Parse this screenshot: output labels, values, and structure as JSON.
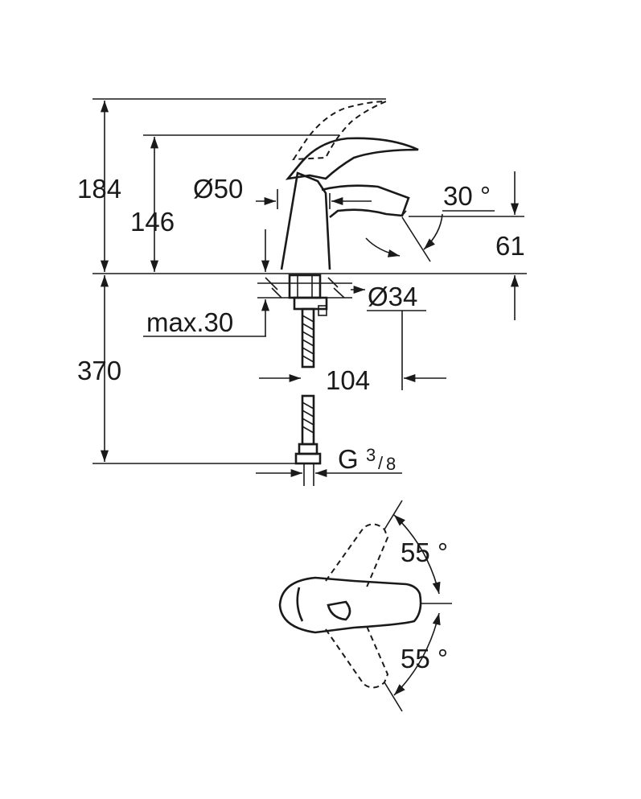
{
  "dimensions": {
    "height_total": "184",
    "height_spout": "146",
    "diameter_body": "Ø50",
    "spout_angle": "30 °",
    "spout_height": "61",
    "diameter_base": "Ø34",
    "max_thickness": "max.30",
    "hose_length": "370",
    "projection": "104",
    "connection_letter": "G",
    "connection_num": "3",
    "connection_den": "8",
    "lever_angle_left": "55 °",
    "lever_angle_right": "55 °"
  },
  "colors": {
    "ink": "#1a1a1a",
    "background": "#ffffff"
  }
}
